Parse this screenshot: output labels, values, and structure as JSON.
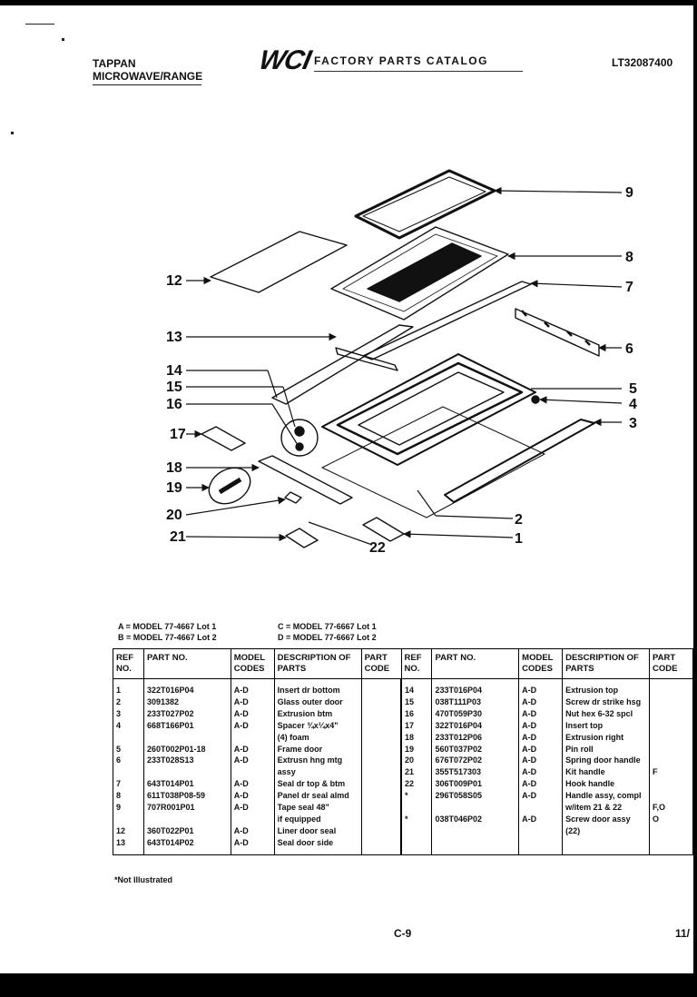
{
  "header": {
    "brand": "TAPPAN",
    "product": "MICROWAVE/RANGE",
    "logo": "WCI",
    "catalog": "FACTORY PARTS CATALOG",
    "doc_number": "LT32087400"
  },
  "diagram": {
    "callouts": [
      "1",
      "2",
      "3",
      "4",
      "5",
      "6",
      "7",
      "8",
      "9",
      "12",
      "13",
      "14",
      "15",
      "16",
      "17",
      "18",
      "19",
      "20",
      "21",
      "22"
    ]
  },
  "models": {
    "a": "A  =  MODEL 77-4667  Lot 1",
    "b": "B  =  MODEL 77-4667  Lot 2",
    "c": "C  =  MODEL 77-6667  Lot 1",
    "d": "D  =  MODEL 77-6667  Lot 2"
  },
  "table": {
    "headers": {
      "ref": "REF NO.",
      "part": "PART NO.",
      "model": "MODEL CODES",
      "desc": "DESCRIPTION OF PARTS",
      "code": "PART CODE"
    },
    "rows": [
      {
        "l": [
          "1",
          "322T016P04",
          "A-D",
          "Insert dr bottom",
          ""
        ],
        "r": [
          "14",
          "233T016P04",
          "A-D",
          "Extrusion top",
          ""
        ]
      },
      {
        "l": [
          "2",
          "3091382",
          "A-D",
          "Glass outer door",
          ""
        ],
        "r": [
          "15",
          "038T111P03",
          "A-D",
          "Screw dr strike hsg",
          ""
        ]
      },
      {
        "l": [
          "3",
          "233T027P02",
          "A-D",
          "Extrusion btm",
          ""
        ],
        "r": [
          "16",
          "470T059P30",
          "A-D",
          "Nut hex 6-32 spcl",
          ""
        ]
      },
      {
        "l": [
          "4",
          "668T166P01",
          "A-D",
          "Spacer ¾x¼x4\"",
          ""
        ],
        "r": [
          "17",
          "322T016P04",
          "A-D",
          "Insert top",
          ""
        ]
      },
      {
        "l": [
          "",
          "",
          "",
          "(4) foam",
          ""
        ],
        "r": [
          "18",
          "233T012P06",
          "A-D",
          "Extrusion right",
          ""
        ]
      },
      {
        "l": [
          "5",
          "260T002P01-18",
          "A-D",
          "Frame door",
          ""
        ],
        "r": [
          "19",
          "560T037P02",
          "A-D",
          "Pin roll",
          ""
        ]
      },
      {
        "l": [
          "6",
          "233T028S13",
          "A-D",
          "Extrusn hng mtg",
          ""
        ],
        "r": [
          "20",
          "676T072P02",
          "A-D",
          "Spring door handle",
          ""
        ]
      },
      {
        "l": [
          "",
          "",
          "",
          "assy",
          ""
        ],
        "r": [
          "21",
          "355T517303",
          "A-D",
          "Kit handle",
          "F"
        ]
      },
      {
        "l": [
          "7",
          "643T014P01",
          "A-D",
          "Seal dr top & btm",
          ""
        ],
        "r": [
          "22",
          "306T009P01",
          "A-D",
          "Hook handle",
          ""
        ]
      },
      {
        "l": [
          "8",
          "611T038P08-59",
          "A-D",
          "Panel dr seal almd",
          ""
        ],
        "r": [
          "*",
          "296T058S05",
          "A-D",
          "Handle assy, compl",
          ""
        ]
      },
      {
        "l": [
          "9",
          "707R001P01",
          "A-D",
          "Tape seal 48\"",
          ""
        ],
        "r": [
          "",
          "",
          "",
          "w/item 21 & 22",
          "F,O"
        ]
      },
      {
        "l": [
          "",
          "",
          "",
          "if equipped",
          ""
        ],
        "r": [
          "*",
          "038T046P02",
          "A-D",
          "Screw door assy",
          "O"
        ]
      },
      {
        "l": [
          "12",
          "360T022P01",
          "A-D",
          "Liner door seal",
          ""
        ],
        "r": [
          "",
          "",
          "",
          "(22)",
          ""
        ]
      },
      {
        "l": [
          "13",
          "643T014P02",
          "A-D",
          "Seal door side",
          ""
        ],
        "r": [
          "",
          "",
          "",
          "",
          ""
        ]
      }
    ]
  },
  "footnote": "*Not Illustrated",
  "page_label": "C-9",
  "date_fragment": "11/"
}
